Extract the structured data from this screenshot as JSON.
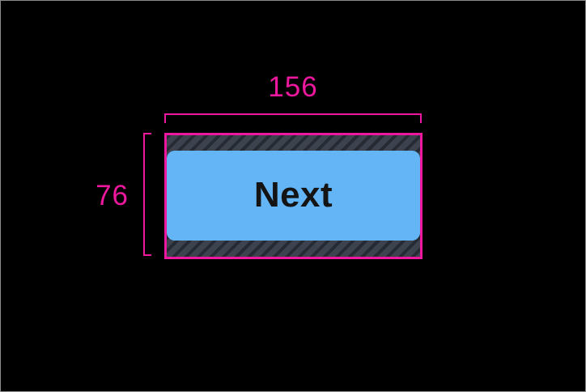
{
  "figure": {
    "description_role": "touch-target dimension spec over a button",
    "width_label": "156",
    "height_label": "76"
  },
  "button": {
    "label": "Next"
  },
  "colors": {
    "background": "#000000",
    "frame_border": "#8c8c8c",
    "measure_accent": "#ee189e",
    "button_fill": "#64b5f6",
    "button_text": "#141414",
    "hatch_background": "#3d434e",
    "hatch_stripe": "#262b33"
  }
}
